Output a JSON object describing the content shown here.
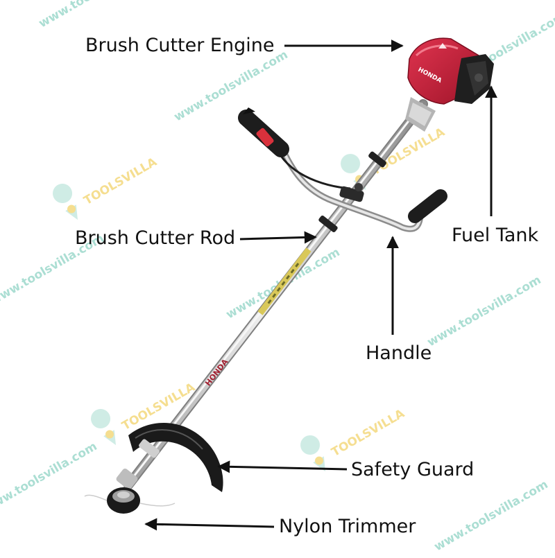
{
  "labels": {
    "engine": "Brush Cutter Engine",
    "fuel_tank": "Fuel Tank",
    "rod": "Brush Cutter Rod",
    "handle": "Handle",
    "safety_guard": "Safety Guard",
    "nylon_trimmer": "Nylon Trimmer"
  },
  "product_print": {
    "engine_brand": "HONDA",
    "shaft_brand": "HONDA"
  },
  "watermark": {
    "url": "www.toolsvilla.com",
    "brand": "TOOLSVILLA"
  },
  "colors": {
    "engine_red": "#c8203a",
    "watermark": "#8fd3c4",
    "brand_watermark": "#f2d36b",
    "label_text": "#111111"
  }
}
